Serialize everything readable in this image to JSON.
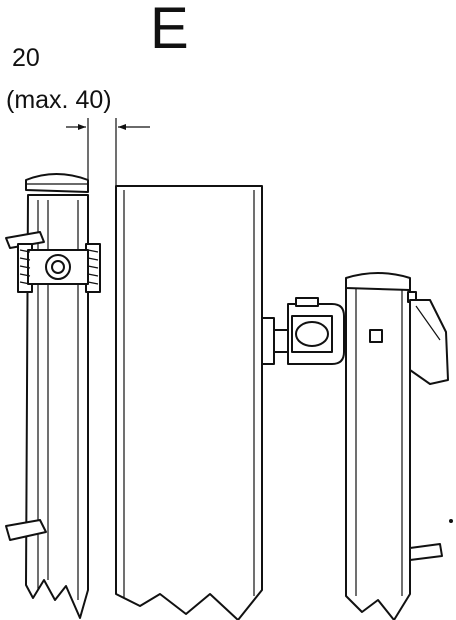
{
  "figure": {
    "view_label": "E",
    "gap_dimension": "20",
    "gap_dimension_max": "(max. 40)"
  }
}
